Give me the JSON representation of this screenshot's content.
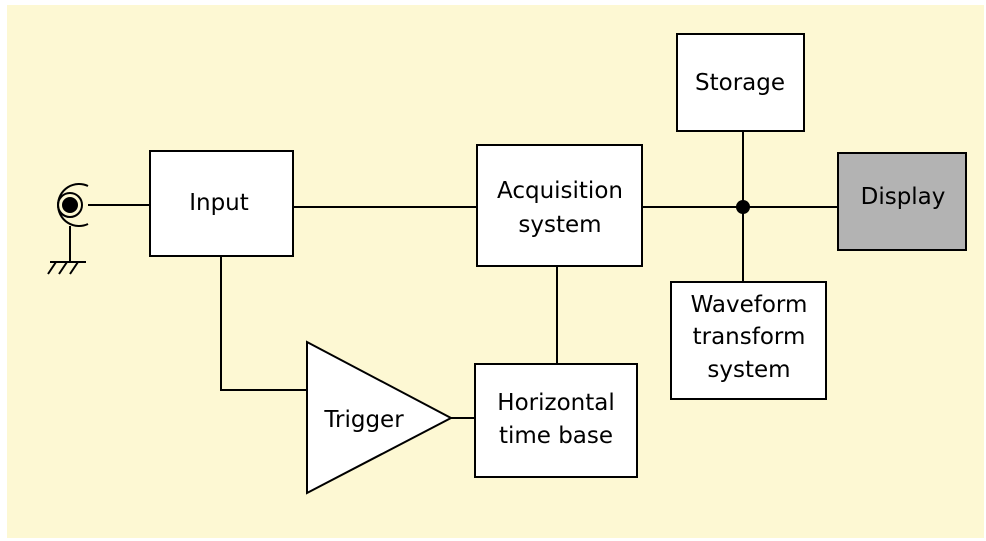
{
  "colors": {
    "background": "#fdf8d3",
    "box_fill": "#ffffff",
    "display_fill": "#b3b3b3",
    "stroke": "#000000"
  },
  "blocks": {
    "input": {
      "label": "Input"
    },
    "acquisition": {
      "line1": "Acquisition",
      "line2": "system"
    },
    "storage": {
      "label": "Storage"
    },
    "display": {
      "label": "Display"
    },
    "waveform": {
      "line1": "Waveform",
      "line2": "transform",
      "line3": "system"
    },
    "horizontal": {
      "line1": "Horizontal",
      "line2": "time base"
    },
    "trigger": {
      "label": "Trigger"
    }
  },
  "icons": {
    "input_connector": "bnc-connector-icon",
    "ground": "ground-icon",
    "junction": "junction-dot"
  }
}
